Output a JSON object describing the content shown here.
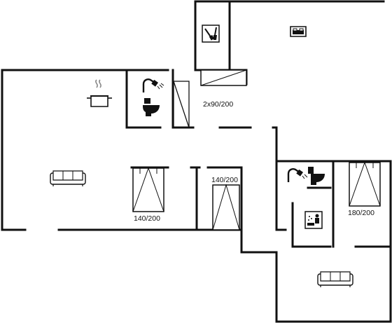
{
  "rooms": {
    "loft_bedroom": {
      "icon": "double-bed-icon"
    },
    "utility": {
      "icon": "utility-tools-icon"
    },
    "kitchen": {
      "icon": "cooking-pot-icon"
    },
    "bathroom_top": {
      "icons": [
        "shower-icon",
        "toilet-icon"
      ]
    },
    "bunk_room": {
      "bed_label": "2x90/200"
    },
    "living_room": {
      "icon": "sofa-icon"
    },
    "bedroom_a": {
      "bed_label": "140/200"
    },
    "bedroom_b": {
      "bed_label": "140/200"
    },
    "bathroom_right": {
      "icons": [
        "shower-icon",
        "toilet-icon"
      ]
    },
    "sauna": {
      "icon": "sauna-icon"
    },
    "bedroom_c": {
      "bed_label": "180/200"
    },
    "lounge": {
      "icon": "sofa-icon"
    }
  }
}
